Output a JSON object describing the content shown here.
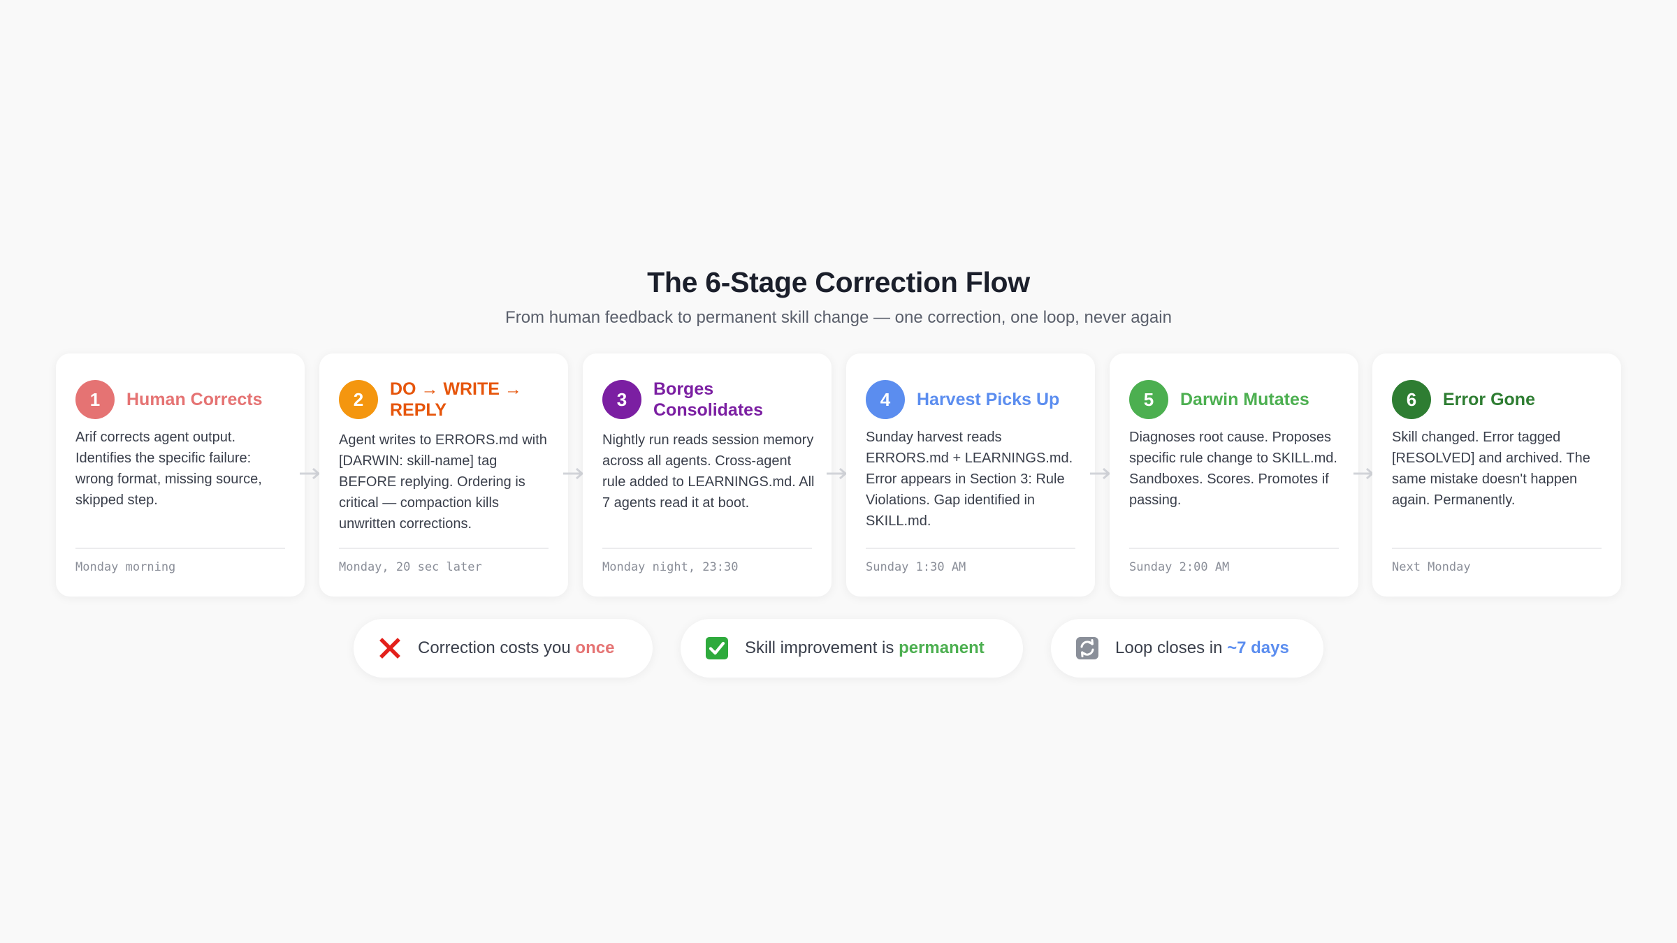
{
  "header": {
    "title": "The 6-Stage Correction Flow",
    "subtitle": "From human feedback to permanent skill change — one correction, one loop, never again"
  },
  "stages": [
    {
      "number": "1",
      "title": "Human Corrects",
      "color": "#e57373",
      "description": "Arif corrects agent output. Identifies the specific failure: wrong format, missing source, skipped step.",
      "time": "Monday morning"
    },
    {
      "number": "2",
      "title": "DO → WRITE → REPLY",
      "color": "#f4960f",
      "title_color": "#e6550b",
      "description": "Agent writes to ERRORS.md with [DARWIN: skill-name] tag BEFORE replying. Ordering is critical — compaction kills unwritten corrections.",
      "time": "Monday, 20 sec later"
    },
    {
      "number": "3",
      "title": "Borges Consolidates",
      "color": "#7b1fa2",
      "description": "Nightly run reads session memory across all agents. Cross-agent rule added to LEARNINGS.md. All 7 agents read it at boot.",
      "time": "Monday night, 23:30"
    },
    {
      "number": "4",
      "title": "Harvest Picks Up",
      "color": "#5b8def",
      "description": "Sunday harvest reads ERRORS.md + LEARNINGS.md. Error appears in Section 3: Rule Violations. Gap identified in SKILL.md.",
      "time": "Sunday 1:30 AM"
    },
    {
      "number": "5",
      "title": "Darwin Mutates",
      "color": "#4caf50",
      "description": "Diagnoses root cause. Proposes specific rule change to SKILL.md. Sandboxes. Scores. Promotes if passing.",
      "time": "Sunday 2:00 AM"
    },
    {
      "number": "6",
      "title": "Error Gone",
      "color": "#2e7d32",
      "description": "Skill changed. Error tagged [RESOLVED] and archived. The same mistake doesn't happen again. Permanently.",
      "time": "Next Monday"
    }
  ],
  "summary": [
    {
      "icon": "cross-mark-icon",
      "text": "Correction costs you ",
      "emphasis": "once",
      "emphasis_color": "#e57373"
    },
    {
      "icon": "check-mark-icon",
      "text": "Skill improvement is ",
      "emphasis": "permanent",
      "emphasis_color": "#4caf50"
    },
    {
      "icon": "refresh-icon",
      "text": "Loop closes in ",
      "emphasis": "~7 days",
      "emphasis_color": "#5b8def"
    }
  ]
}
